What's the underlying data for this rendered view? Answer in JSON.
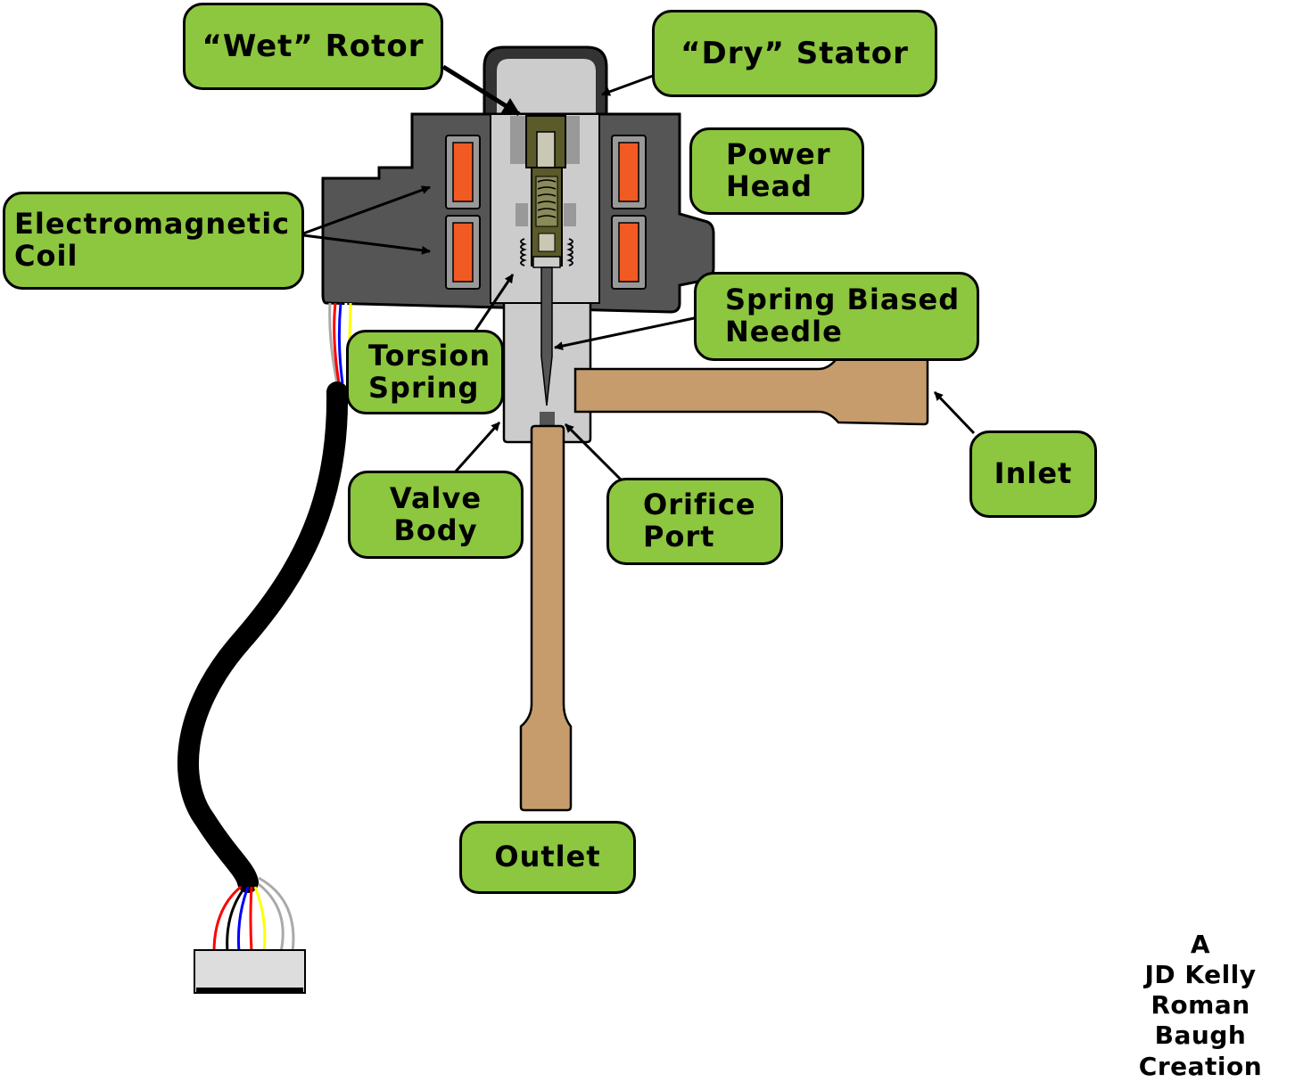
{
  "labels": {
    "wet_rotor": "“Wet” Rotor",
    "dry_stator": "“Dry” Stator",
    "power_head": [
      "Power",
      "Head"
    ],
    "electromagnetic_coil": [
      "Electromagnetic",
      "Coil"
    ],
    "spring_biased_needle": [
      "Spring Biased",
      "Needle"
    ],
    "torsion_spring": [
      "Torsion",
      "Spring"
    ],
    "inlet": "Inlet",
    "valve_body": [
      "Valve",
      "Body"
    ],
    "orifice_port": [
      "Orifice",
      "Port"
    ],
    "outlet": "Outlet"
  },
  "credit": [
    "A",
    "JD Kelly",
    "Roman Baugh",
    "Creation"
  ],
  "colors": {
    "label_fill": "#8dc63f",
    "housing": "#555555",
    "stator": "#cccccc",
    "valve_body": "#cccccc",
    "coil_copper": "#f15a22",
    "pipe": "#c69c6d",
    "rotor": "#5a5a2a",
    "cable": "#000000",
    "wire_colors": [
      "#ff0000",
      "#0000ff",
      "#ffff00",
      "#aaaaaa",
      "#ffffff"
    ]
  }
}
